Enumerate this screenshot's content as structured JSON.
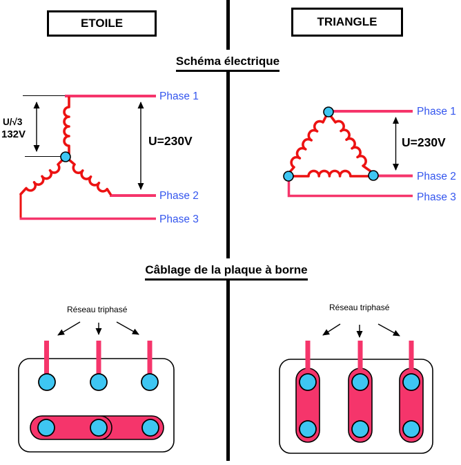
{
  "config_titles": {
    "star": "ETOILE",
    "delta": "TRIANGLE"
  },
  "section_headers": {
    "schematic": "Schéma électrique",
    "terminal_wiring": "Câblage de la plaque à borne"
  },
  "star_schematic": {
    "phase1": "Phase 1",
    "phase2": "Phase 2",
    "phase3": "Phase 3",
    "phase_voltage_formula": "U/√3",
    "phase_voltage_value": "132V",
    "line_voltage": "U=230V"
  },
  "delta_schematic": {
    "phase1": "Phase 1",
    "phase2": "Phase 2",
    "phase3": "Phase 3",
    "line_voltage": "U=230V"
  },
  "star_terminal": {
    "network_label": "Réseau triphasé"
  },
  "delta_terminal": {
    "network_label": "Réseau triphasé"
  },
  "colors": {
    "wire_pink": "#F5356B",
    "coil_red": "#EC1212",
    "terminal_blue": "#3EC6F2",
    "phase_text_blue": "#3355EE",
    "ink_black": "#000000"
  }
}
